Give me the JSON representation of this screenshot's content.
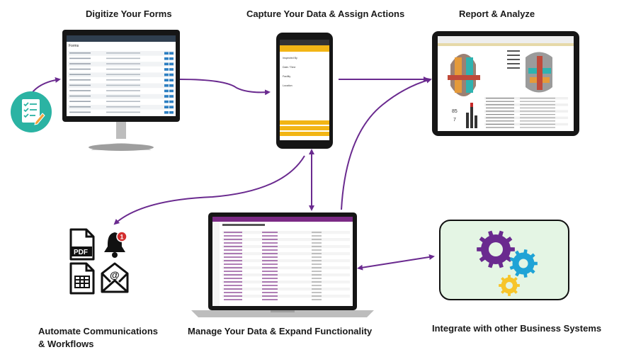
{
  "labels": {
    "digitize": "Digitize Your Forms",
    "capture": "Capture Your Data & Assign Actions",
    "report": "Report & Analyze",
    "automate_line1": "Automate Communications",
    "automate_line2": "& Workflows",
    "manage": "Manage Your Data & Expand Functionality",
    "integrate": "Integrate with other Business Systems"
  },
  "monitor_screen": {
    "title": "Forms"
  },
  "phone_screen": {
    "fields": [
      "Inspected By",
      "Date / Time",
      "Facility",
      "Location"
    ],
    "buttons": [
      "",
      "",
      ""
    ]
  },
  "report_screen": {
    "kpi_values": [
      "85",
      "7"
    ]
  },
  "icons": {
    "notification_badge": "1",
    "pdf_text": "PDF",
    "email_symbol": "@"
  },
  "colors": {
    "arrow": "#6a2a8f",
    "phone_yellow": "#f2b515",
    "laptop_purple": "#7b2a85",
    "gear_purple": "#6a2a8f",
    "gear_blue": "#1fa3d6",
    "gear_yellow": "#f7c52a",
    "forms_badge": "#2bb3a3",
    "integrate_box": "#e4f5e4"
  }
}
